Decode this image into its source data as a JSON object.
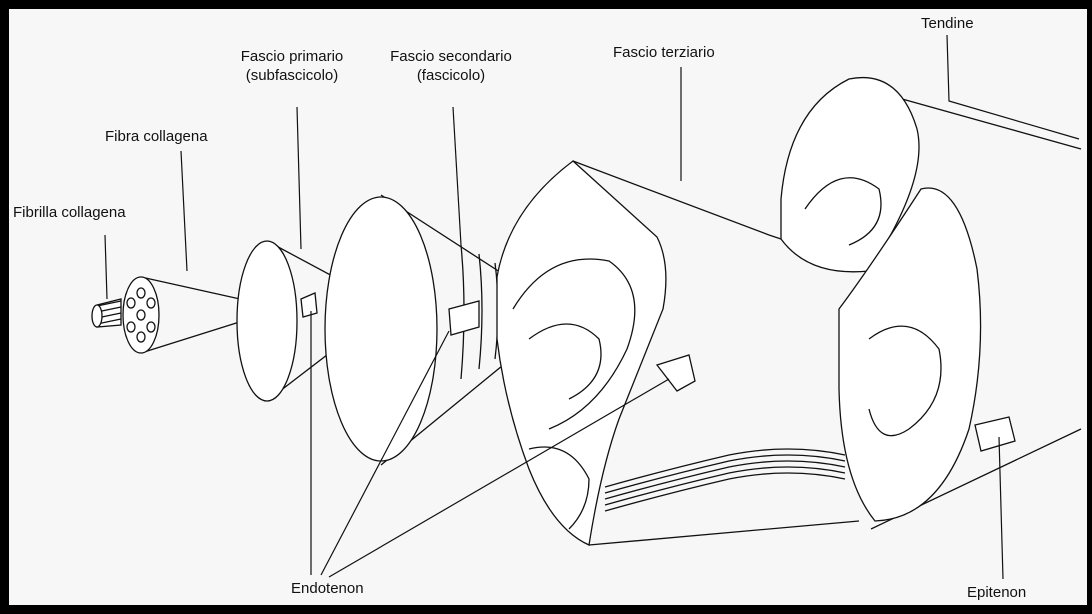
{
  "labels": {
    "fibrilla_collagena": "Fibrilla collagena",
    "fibra_collagena": "Fibra collagena",
    "fascio_primario": "Fascio primario",
    "fascio_primario_sub": "(subfascicolo)",
    "fascio_secondario": "Fascio secondario",
    "fascio_secondario_sub": "(fascicolo)",
    "fascio_terziario": "Fascio terziario",
    "tendine": "Tendine",
    "endotenon": "Endotenon",
    "epitenon": "Epitenon"
  },
  "colors": {
    "line": "#111111",
    "background": "#f7f7f7",
    "frame": "#000000"
  }
}
